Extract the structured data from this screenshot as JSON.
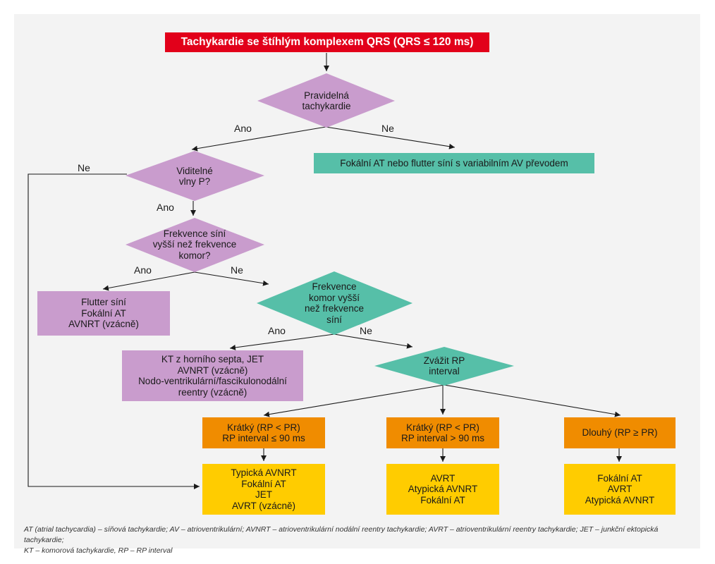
{
  "title": "Tachykardie se štíhlým komplexem QRS (QRS ≤ 120 ms)",
  "decisions": {
    "regular": "Pravidelná\ntachykardie",
    "visible_p": "Viditelné\nvlny P?",
    "atrial_rate": "Frekvence síní\nvyšší než frekvence\nkomor?",
    "ventricular_rate": "Frekvence\nkomor vyšší\nnež frekvence\nsíní",
    "rp_interval": "Zvážit RP\ninterval"
  },
  "edge_labels": {
    "regular_yes": "Ano",
    "regular_no": "Ne",
    "visible_p_no": "Ne",
    "visible_p_yes": "Ano",
    "atrial_yes": "Ano",
    "atrial_no": "Ne",
    "ventricular_yes": "Ano",
    "ventricular_no": "Ne"
  },
  "outcomes": {
    "variable_av": "Fokální AT nebo flutter síní s variabilním AV převodem",
    "atrial_flutter": "Flutter síní\nFokální AT\nAVNRT (vzácně)",
    "kt_septum": "KT z horního septa, JET\nAVNRT (vzácně)\nNodo-ventrikulární/fascikulonodální\nreentry (vzácně)",
    "short_le90": "Krátký (RP < PR)\nRP interval ≤ 90 ms",
    "short_gt90": "Krátký (RP < PR)\nRP interval > 90 ms",
    "long": "Dlouhý (RP ≥ PR)",
    "result_typical": "Typická AVNRT\nFokální AT\nJET\nAVRT (vzácně)",
    "result_avrt": "AVRT\nAtypická AVNRT\nFokální AT",
    "result_focal": "Fokální AT\nAVRT\nAtypická AVNRT"
  },
  "footnote": {
    "line1": "AT (atrial tachycardia) – síňová tachykardie; AV – atrioventrikulární; AVNRT – atrioventrikulární nodální reentry tachykardie; AVRT – atrioventrikulární reentry tachykardie; JET – junkční ektopická tachykardie;",
    "line2": "KT – komorová tachykardie, RP – RP interval"
  },
  "colors": {
    "title": "#e2001a",
    "teal": "#56bfa8",
    "purple": "#c99ccd",
    "orange": "#f08c00",
    "yellow": "#ffcc00"
  }
}
